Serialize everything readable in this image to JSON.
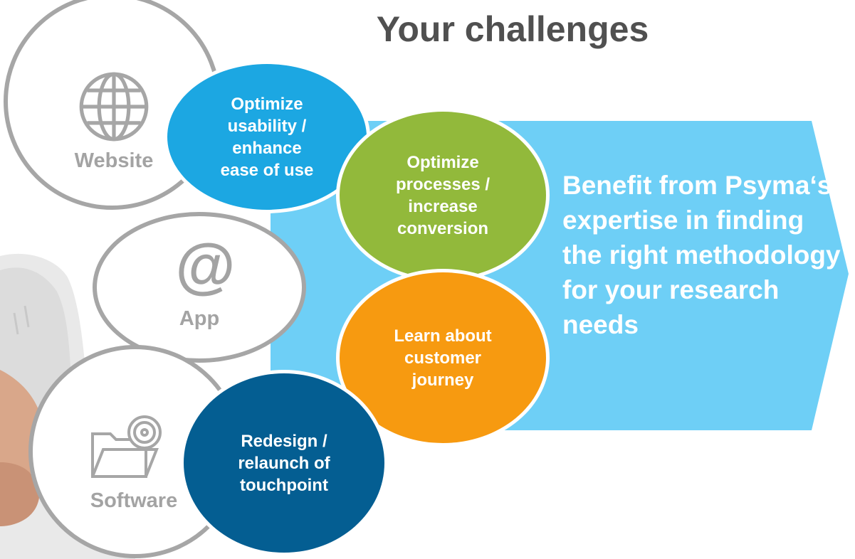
{
  "title": "Your challenges",
  "touchpoints": [
    {
      "label": "Website",
      "icon": "globe-icon"
    },
    {
      "label": "App",
      "icon": "at-sign-icon"
    },
    {
      "label": "Software",
      "icon": "folder-disc-icon"
    }
  ],
  "challenges": [
    {
      "label": "Optimize\nusability /\nenhance\nease of use",
      "color": "#1ca7e2"
    },
    {
      "label": "Optimize\nprocesses /\nincrease\nconversion",
      "color": "#92b93b"
    },
    {
      "label": "Learn about\ncustomer\njourney",
      "color": "#f79a10"
    },
    {
      "label": "Redesign  /\nrelaunch of\ntouchpoint",
      "color": "#045e92"
    }
  ],
  "benefit": {
    "text": "Benefit from Psyma‘s expertise in finding the right methodology for your research needs",
    "color": "#6ecff6"
  },
  "colors": {
    "ring": "#a6a6a6",
    "title": "#505050"
  }
}
